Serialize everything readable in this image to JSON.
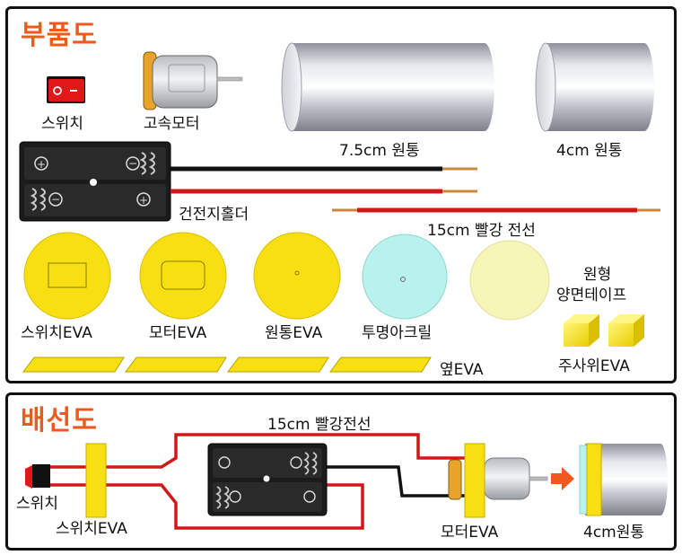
{
  "parts_panel": {
    "title": "부품도",
    "labels": {
      "switch": "스위치",
      "motor": "고속모터",
      "tube_75": "7.5cm 원통",
      "tube_4": "4cm 원통",
      "battery_holder": "건전지홀더",
      "red_wire": "15cm 빨강 전선",
      "switch_eva": "스위치EVA",
      "motor_eva": "모터EVA",
      "tube_eva": "원통EVA",
      "acrylic": "투명아크릴",
      "tape_line1": "원형",
      "tape_line2": "양면테이프",
      "side_eva": "옆EVA",
      "dice_eva": "주사위EVA"
    }
  },
  "wiring_panel": {
    "title": "배선도",
    "labels": {
      "red_wire": "15cm 빨강전선",
      "switch": "스위치",
      "switch_eva": "스위치EVA",
      "motor_eva": "모터EVA",
      "tube_4": "4cm원통"
    }
  },
  "colors": {
    "title": "#ee5a1e",
    "eva_yellow": "#f8df12",
    "wire_red": "#d01818",
    "wire_black": "#111111",
    "arrow": "#ee5a1e"
  }
}
